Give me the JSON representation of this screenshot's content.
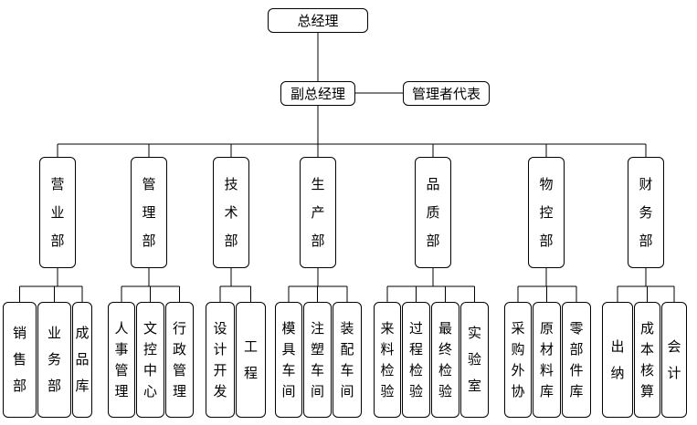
{
  "top": {
    "general_manager": "总经理",
    "deputy_manager": "副总经理",
    "mgmt_rep": "管理者代表"
  },
  "departments": [
    {
      "name": "营业部",
      "units": [
        [
          "销售部"
        ],
        [
          "业务部"
        ],
        [
          "成品库"
        ]
      ]
    },
    {
      "name": "管理部",
      "units": [
        [
          "人事",
          "管理"
        ],
        [
          "文控",
          "中心"
        ],
        [
          "行政",
          "管理"
        ]
      ]
    },
    {
      "name": "技术部",
      "units": [
        [
          "设计",
          "开发"
        ],
        [
          "工程"
        ]
      ]
    },
    {
      "name": "生产部",
      "units": [
        [
          "模具",
          "车间"
        ],
        [
          "注塑",
          "车间"
        ],
        [
          "装配",
          "车间"
        ]
      ]
    },
    {
      "name": "品质部",
      "units": [
        [
          "来料",
          "检验"
        ],
        [
          "过程",
          "检验"
        ],
        [
          "最终",
          "检验"
        ],
        [
          "实验室"
        ]
      ]
    },
    {
      "name": "物控部",
      "units": [
        [
          "采购",
          "外协"
        ],
        [
          "原材",
          "料库"
        ],
        [
          "零部",
          "件库"
        ]
      ]
    },
    {
      "name": "财务部",
      "units": [
        [
          "出纳"
        ],
        [
          "成本",
          "核算"
        ],
        [
          "会计"
        ]
      ]
    }
  ]
}
